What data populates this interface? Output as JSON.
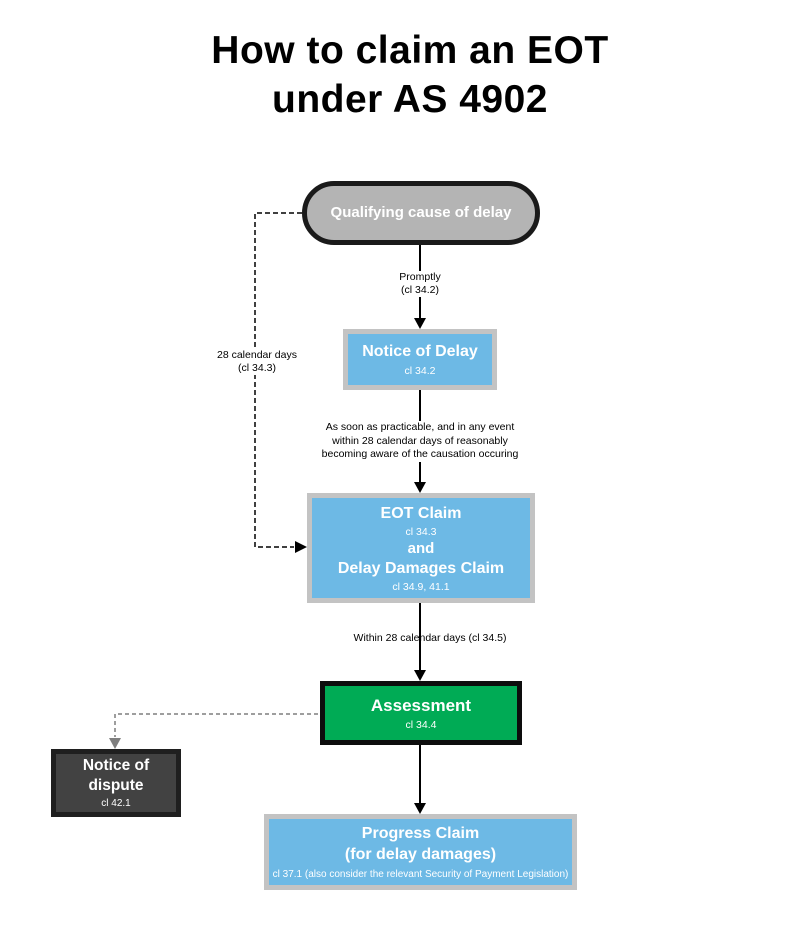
{
  "title": "How to claim an EOT\nunder AS 4902",
  "nodes": {
    "qualifying_cause": {
      "label": "Qualifying cause of delay"
    },
    "notice_of_delay": {
      "label": "Notice of Delay",
      "clause": "cl 34.2"
    },
    "eot_claim": {
      "line1": "EOT Claim",
      "clause1": "cl 34.3",
      "connector_word": "and",
      "line2": "Delay Damages Claim",
      "clause2": "cl 34.9, 41.1"
    },
    "assessment": {
      "label": "Assessment",
      "clause": "cl 34.4"
    },
    "notice_of_dispute": {
      "label": "Notice of dispute",
      "clause": "cl 42.1"
    },
    "progress_claim": {
      "label": "Progress Claim\n(for delay damages)",
      "clause": "cl 37.1 (also consider the relevant Security of Payment Legislation)"
    }
  },
  "edge_labels": {
    "promptly": "Promptly\n(cl 34.2)",
    "practicable": "As soon as practicable, and in any event\nwithin 28 calendar days of reasonably\nbecoming aware of the causation occuring",
    "within_28_days": "Within 28 calendar days (cl 34.5)",
    "calendar_28_days": "28 calendar days\n(cl 34.3)"
  },
  "colors": {
    "process_blue": "#6db9e5",
    "process_border_gray": "#c3c3c3",
    "terminator_gray": "#b4b4b4",
    "assessment_green": "#00ab55",
    "dispute_dark": "#424242",
    "dashed_gray_line": "#7f7f7f",
    "line_black": "#000000"
  }
}
